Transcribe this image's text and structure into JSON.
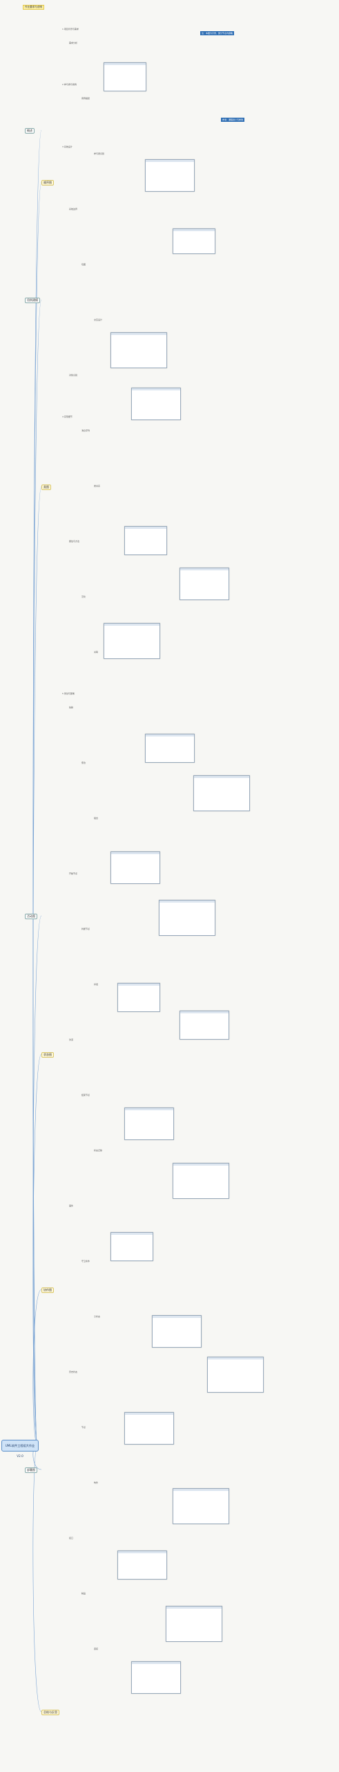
{
  "root": {
    "label": "UML软件工程组大作业 V2.0"
  },
  "top_tag": {
    "label": "作业要求与说明"
  },
  "branches": {
    "b1": "概述",
    "b2": "用例建模",
    "b3": "顺序图",
    "b4": "类图",
    "b5": "活动图",
    "b6": "状态图",
    "b7": "协作图",
    "b8": "部署图",
    "b9": "总结与反思"
  },
  "sections": {
    "s_intro": "1 项目背景与需求",
    "s_actor": "2 参与者与用例",
    "s_design": "3 系统设计",
    "s_impl": "4 实现细节",
    "s_test": "5 测试与部署"
  },
  "notes": {
    "n1": "注：本图为示意，部分节点内容略",
    "n2": "参考：课程讲义与样例"
  },
  "items": [
    "需求分析",
    "用例描述",
    "参与者识别",
    "系统边界",
    "包图",
    "交互设计",
    "对象识别",
    "消息序列",
    "类关系",
    "属性与方法",
    "泛化",
    "关联",
    "依赖",
    "聚合",
    "组合",
    "开始节点",
    "判断节点",
    "并发",
    "泳道",
    "结束节点",
    "状态迁移",
    "事件",
    "守卫条件",
    "子状态",
    "历史状态",
    "节点",
    "构件",
    "接口",
    "制品",
    "连接"
  ],
  "colors": {
    "accent": "#2d6db3",
    "tag": "#fff3a8",
    "root": "#cfe3f7",
    "line": "#7aa4d4"
  }
}
